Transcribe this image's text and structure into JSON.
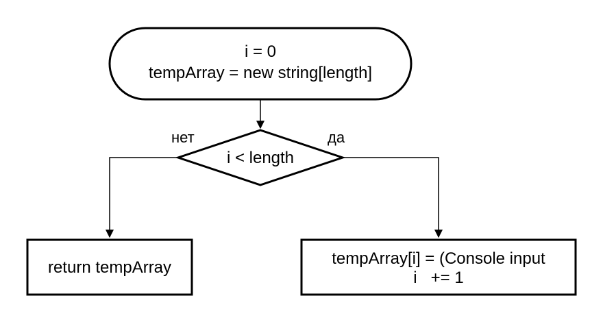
{
  "nodes": {
    "start": {
      "line1": "i = 0",
      "line2": "tempArray = new string[length]"
    },
    "decision": {
      "label": "i < length"
    },
    "return_block": {
      "label": "return tempArray"
    },
    "loop_block": {
      "line1": "tempArray[i] = (Console input",
      "line2": "i   += 1"
    }
  },
  "edges": {
    "no_label": "нет",
    "yes_label": "да"
  },
  "colors": {
    "stroke": "#000000",
    "fill": "#ffffff"
  }
}
